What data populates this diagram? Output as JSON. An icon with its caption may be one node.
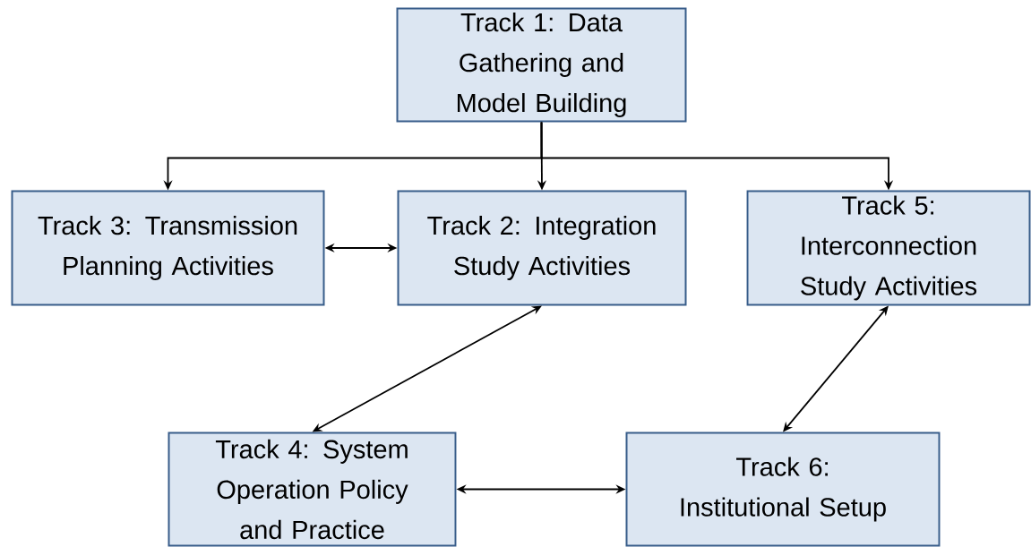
{
  "diagram": {
    "nodes": [
      {
        "text": [
          "Track 1: Data Gathering and Model Building"
        ]
      },
      {
        "text": [
          "Track 3: Transmission Planning Activities"
        ]
      },
      {
        "text": [
          "Track 2: Integration Study Activities"
        ]
      },
      {
        "text": [
          "Track 5: Interconnection Study Activities"
        ]
      },
      {
        "text": [
          "Track 4: System Operation Policy and Practice"
        ]
      },
      {
        "text": [
          "Track 6: Institutional Setup"
        ]
      }
    ],
    "edges": [
      {
        "from": 0,
        "to": 1,
        "arrow": "to"
      },
      {
        "from": 0,
        "to": 2,
        "arrow": "to"
      },
      {
        "from": 0,
        "to": 3,
        "arrow": "to"
      },
      {
        "from": 1,
        "to": 2,
        "arrow": "both"
      },
      {
        "from": 2,
        "to": 4,
        "arrow": "both"
      },
      {
        "from": 3,
        "to": 5,
        "arrow": "both"
      },
      {
        "from": 4,
        "to": 5,
        "arrow": "both"
      }
    ]
  }
}
